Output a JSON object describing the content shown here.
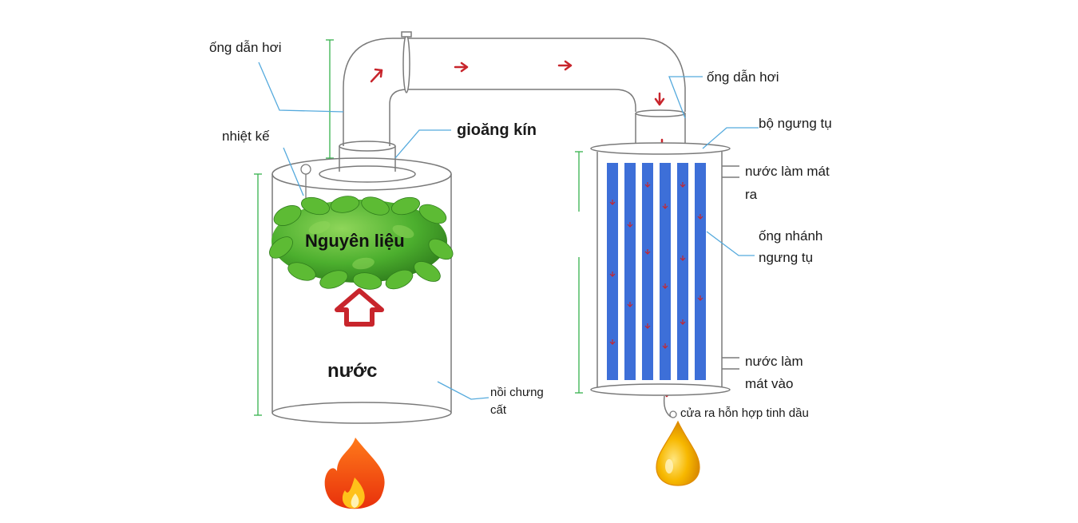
{
  "labels": {
    "steam_pipe_left": "ống dẫn hơi",
    "steam_pipe_right": "ống dẫn hơi",
    "thermometer": "nhiệt kế",
    "seal": "gioăng kín",
    "material": "Nguyên liệu",
    "water": "nước",
    "still_line1": "nồi chưng",
    "still_line2": "cất",
    "condenser": "bộ ngưng tụ",
    "coolant_out_line1": "nước làm mát",
    "coolant_out_line2": "ra",
    "branch_tube_line1": "ống nhánh",
    "branch_tube_line2": "ngưng tụ",
    "coolant_in_line1": "nước làm",
    "coolant_in_line2": "mát vào",
    "outlet": "cửa ra hỗn hợp tinh dầu"
  },
  "icons": [
    "flame-icon",
    "oil-drop-icon",
    "up-arrow-icon",
    "flow-arrow-icon",
    "leaves-icon"
  ],
  "colors": {
    "line": "#7a7a7a",
    "arrow": "#c8252c",
    "tube_blue": "#3d6fd8",
    "leaf_green": "#4caf2e",
    "guide_green": "#37b24d",
    "callout_blue": "#55aadd",
    "oil": "#f2a400",
    "flame": "#f04a12"
  }
}
